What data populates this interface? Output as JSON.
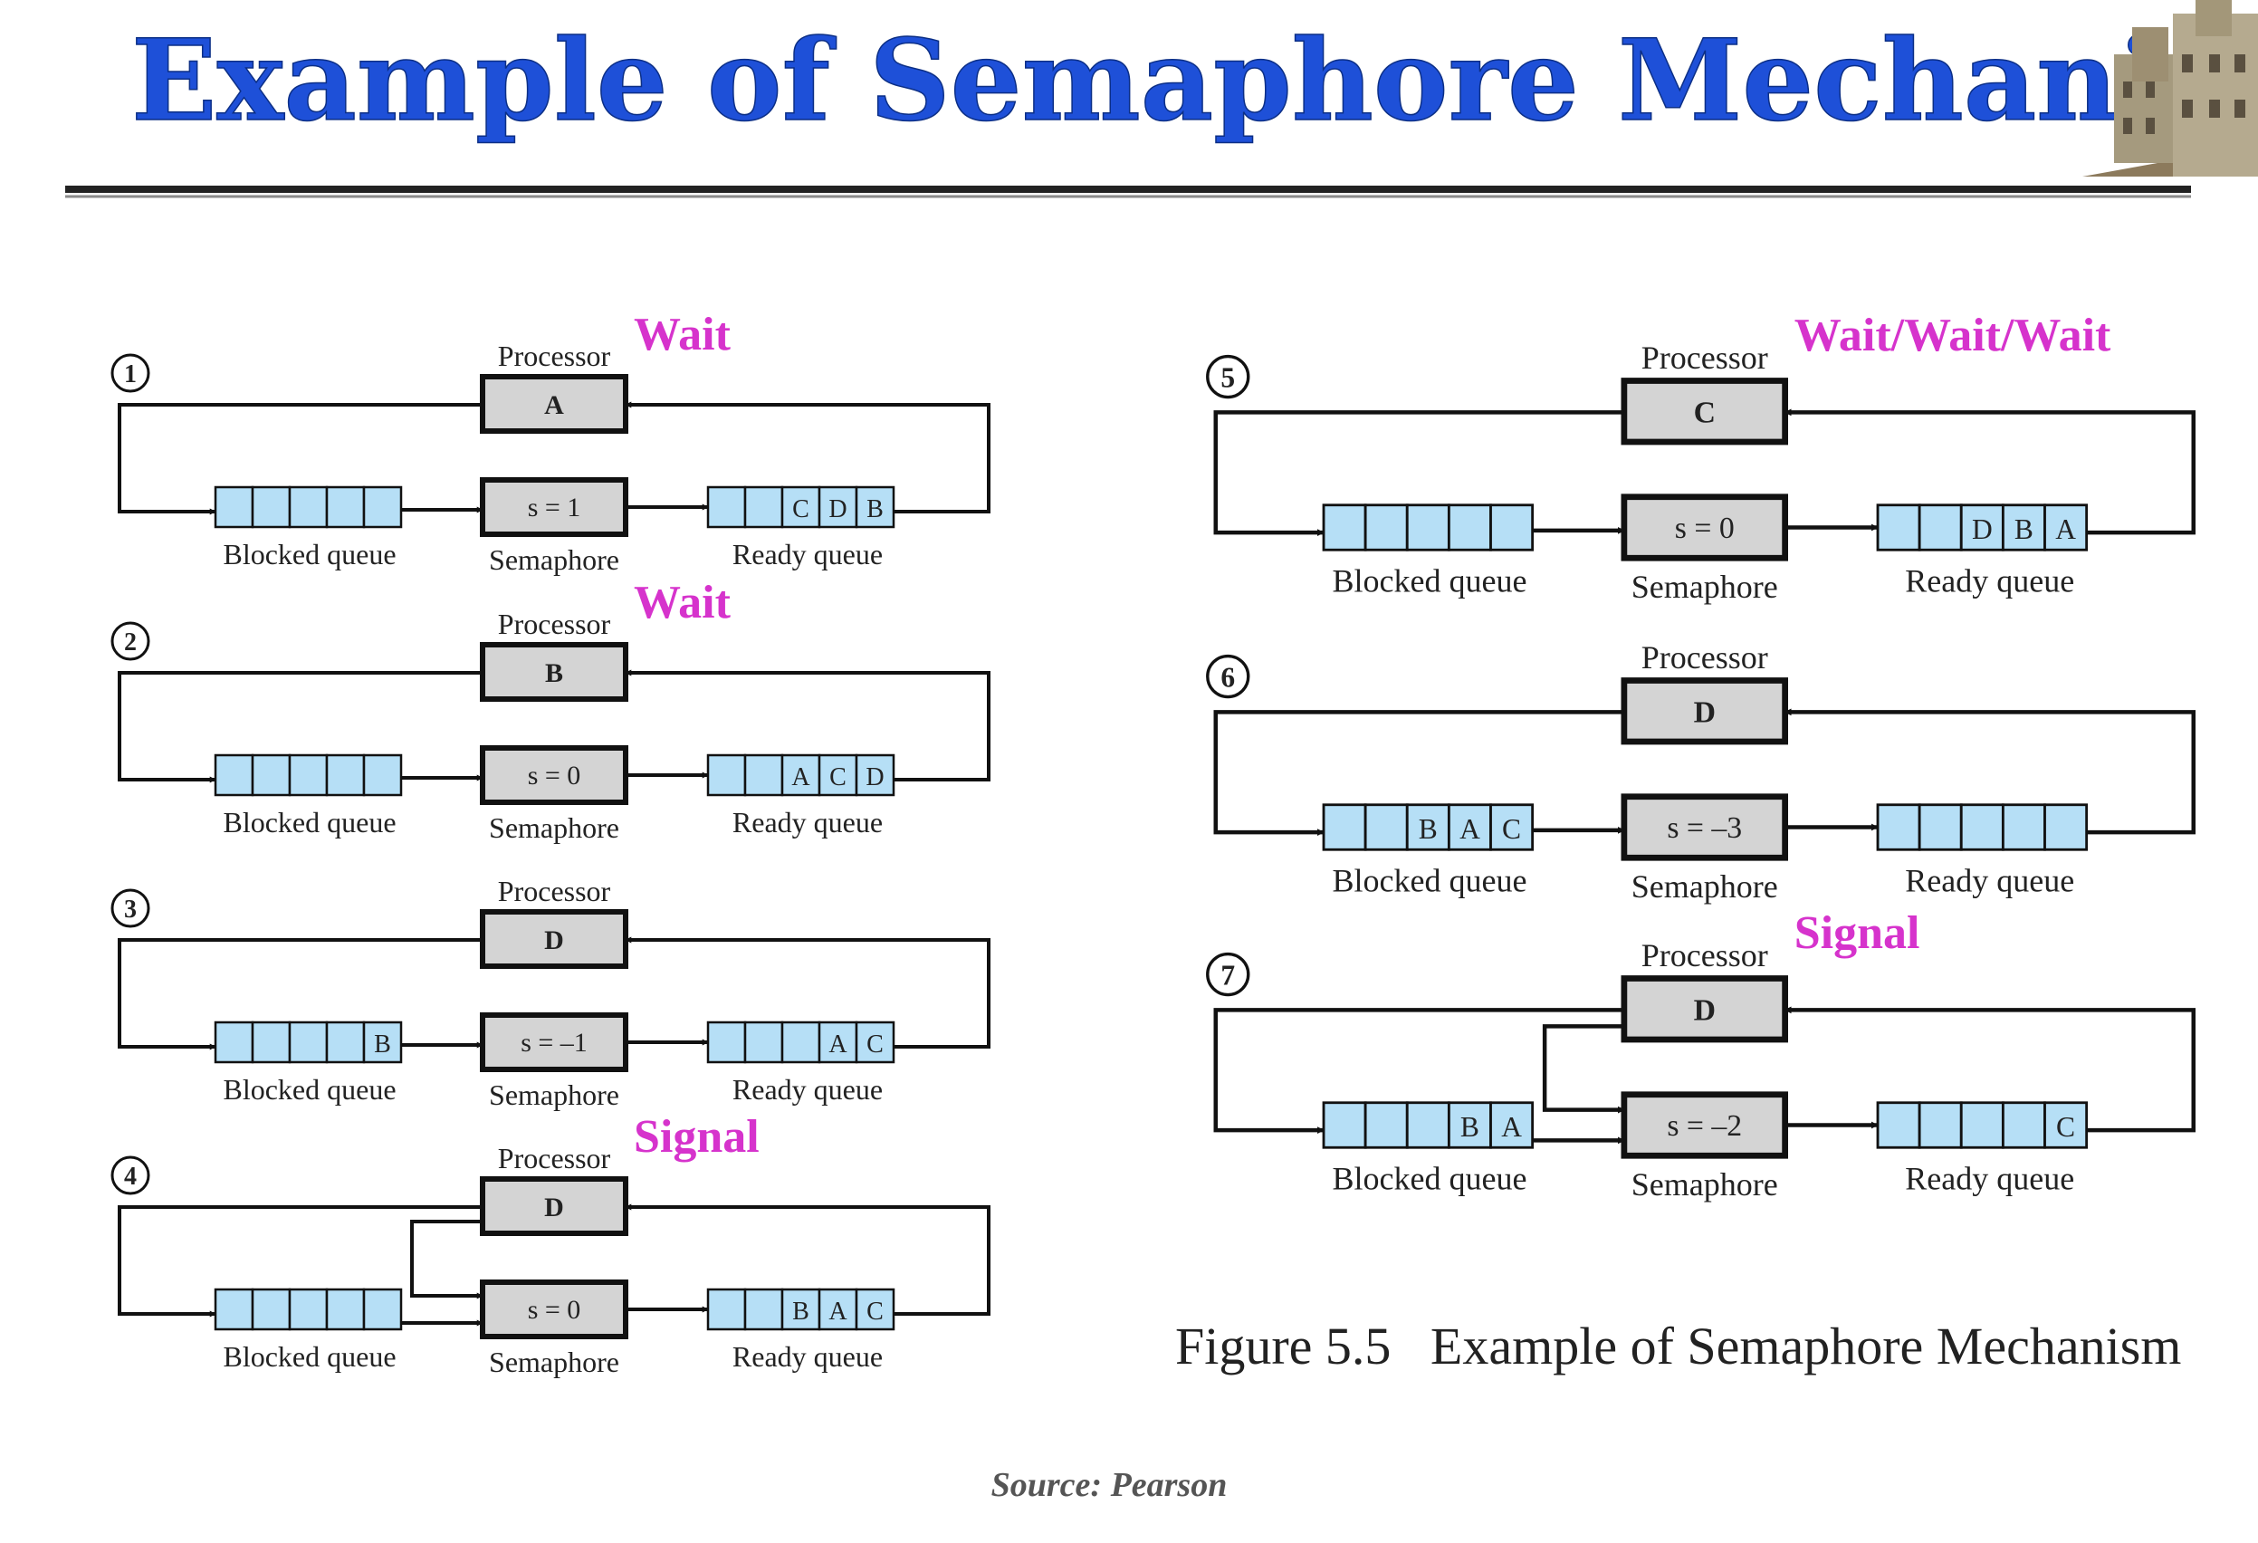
{
  "title": "Example of Semaphore Mechanism",
  "figure_caption": "Figure 5.5   Example of Semaphore Mechanism",
  "source": "Source: Pearson",
  "colors": {
    "title": "#1e50d8",
    "annotation": "#d633cc",
    "queue_cell": "#b6dff6",
    "box_fill": "#d4d4d4",
    "line": "#111111"
  },
  "labels": {
    "processor": "Processor",
    "semaphore": "Semaphore",
    "blocked_queue": "Blocked queue",
    "ready_queue": "Ready queue"
  },
  "steps": [
    {
      "number": "1",
      "annotation": "Wait",
      "processor": "A",
      "semaphore": "s = 1",
      "blocked": [
        "",
        "",
        "",
        "",
        ""
      ],
      "ready": [
        "",
        "",
        "C",
        "D",
        "B"
      ],
      "signal_path": false
    },
    {
      "number": "2",
      "annotation": "Wait",
      "processor": "B",
      "semaphore": "s = 0",
      "blocked": [
        "",
        "",
        "",
        "",
        ""
      ],
      "ready": [
        "",
        "",
        "A",
        "C",
        "D"
      ],
      "signal_path": false
    },
    {
      "number": "3",
      "annotation": "",
      "processor": "D",
      "semaphore": "s = –1",
      "blocked": [
        "",
        "",
        "",
        "",
        "B"
      ],
      "ready": [
        "",
        "",
        "",
        "A",
        "C"
      ],
      "signal_path": false
    },
    {
      "number": "4",
      "annotation": "Signal",
      "processor": "D",
      "semaphore": "s = 0",
      "blocked": [
        "",
        "",
        "",
        "",
        ""
      ],
      "ready": [
        "",
        "",
        "B",
        "A",
        "C"
      ],
      "signal_path": true
    },
    {
      "number": "5",
      "annotation": "Wait/Wait/Wait",
      "processor": "C",
      "semaphore": "s = 0",
      "blocked": [
        "",
        "",
        "",
        "",
        ""
      ],
      "ready": [
        "",
        "",
        "D",
        "B",
        "A"
      ],
      "signal_path": false
    },
    {
      "number": "6",
      "annotation": "",
      "processor": "D",
      "semaphore": "s = –3",
      "blocked": [
        "",
        "",
        "B",
        "A",
        "C"
      ],
      "ready": [
        "",
        "",
        "",
        "",
        ""
      ],
      "signal_path": false
    },
    {
      "number": "7",
      "annotation": "Signal",
      "processor": "D",
      "semaphore": "s = –2",
      "blocked": [
        "",
        "",
        "",
        "B",
        "A"
      ],
      "ready": [
        "",
        "",
        "",
        "",
        "C"
      ],
      "signal_path": true
    }
  ]
}
